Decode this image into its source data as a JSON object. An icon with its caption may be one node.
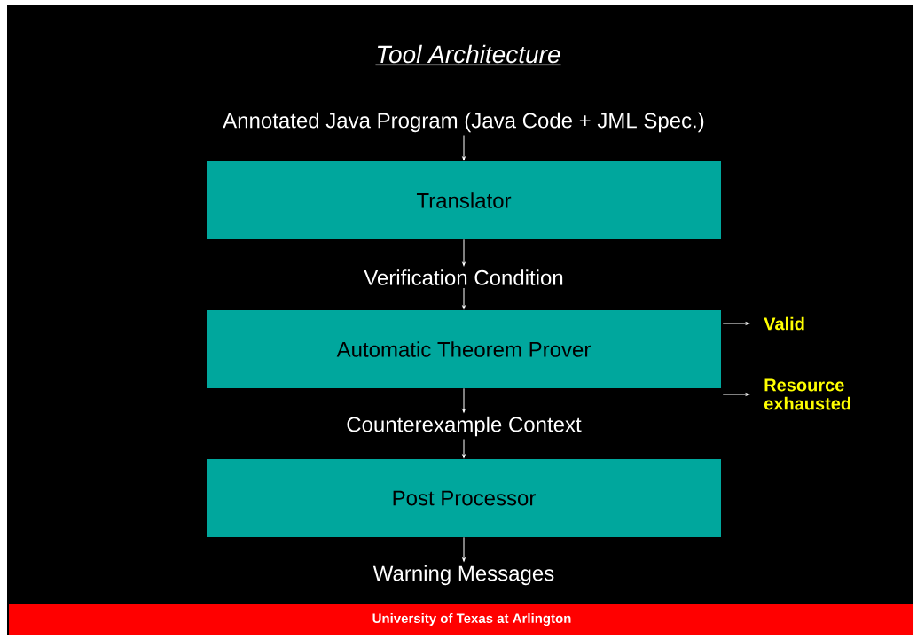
{
  "diagram": {
    "title": "Tool Architecture",
    "nodes": [
      {
        "text": [
          "Annotated Java Program (Java Code + JML Spec.)"
        ]
      },
      {
        "text": [
          "Translator"
        ]
      },
      {
        "text": [
          "Verification Condition"
        ]
      },
      {
        "text": [
          "Automatic Theorem Prover"
        ]
      },
      {
        "text": [
          "Valid"
        ]
      },
      {
        "text": [
          "Resource exhausted"
        ]
      },
      {
        "text": [
          "Counterexample Context"
        ]
      },
      {
        "text": [
          "Post Processor"
        ]
      },
      {
        "text": [
          "Warning Messages"
        ]
      }
    ],
    "edges": [
      {
        "from": 0,
        "to": 1,
        "arrow": "to"
      },
      {
        "from": 1,
        "to": 2,
        "arrow": "to"
      },
      {
        "from": 2,
        "to": 3,
        "arrow": "to"
      },
      {
        "from": 3,
        "to": 4,
        "arrow": "to"
      },
      {
        "from": 3,
        "to": 5,
        "arrow": "to"
      },
      {
        "from": 3,
        "to": 6,
        "arrow": "to"
      },
      {
        "from": 6,
        "to": 7,
        "arrow": "to"
      },
      {
        "from": 7,
        "to": 8,
        "arrow": "to"
      }
    ],
    "labels": [
      "University of Texas at Arlington"
    ]
  }
}
